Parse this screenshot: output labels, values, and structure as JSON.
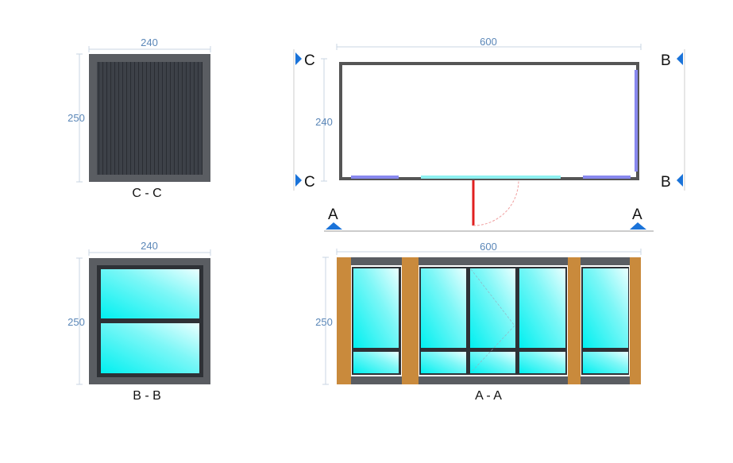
{
  "views": {
    "c_section": {
      "title": "C - C",
      "width_dim": "240",
      "height_dim": "250"
    },
    "b_section": {
      "title": "B - B",
      "width_dim": "240",
      "height_dim": "250"
    },
    "plan": {
      "length_dim": "600",
      "width_dim": "240",
      "markers": {
        "c": "C",
        "b": "B",
        "a": "A"
      }
    },
    "a_section": {
      "title": "A - A",
      "width_dim": "600",
      "height_dim": "250"
    }
  },
  "colors": {
    "wall": "#555555",
    "glass": "#1ff0f0",
    "wood": "#c98a3c",
    "marker": "#1a73d9",
    "door": "#e02020",
    "dimension": "#5b87b8"
  }
}
